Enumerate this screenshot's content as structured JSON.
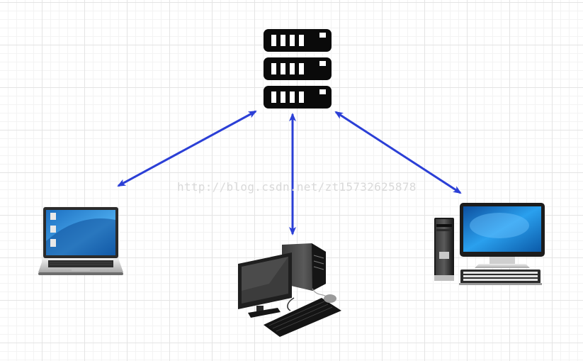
{
  "watermark": "http://blog.csdn.net/zt15732625878",
  "colors": {
    "arrow": "#2b3fd6",
    "server": "#0a0a0a",
    "screen_blue": "#1a7fd4",
    "case_dark": "#222222"
  },
  "nodes": [
    {
      "id": "server",
      "icon": "server-rack-icon"
    },
    {
      "id": "laptop",
      "icon": "laptop-icon"
    },
    {
      "id": "tower-desktop",
      "icon": "tower-desktop-icon"
    },
    {
      "id": "desktop",
      "icon": "desktop-computer-icon"
    }
  ],
  "edges": [
    {
      "from": "server",
      "to": "laptop",
      "direction": "both"
    },
    {
      "from": "server",
      "to": "tower-desktop",
      "direction": "both"
    },
    {
      "from": "server",
      "to": "desktop",
      "direction": "both"
    }
  ]
}
